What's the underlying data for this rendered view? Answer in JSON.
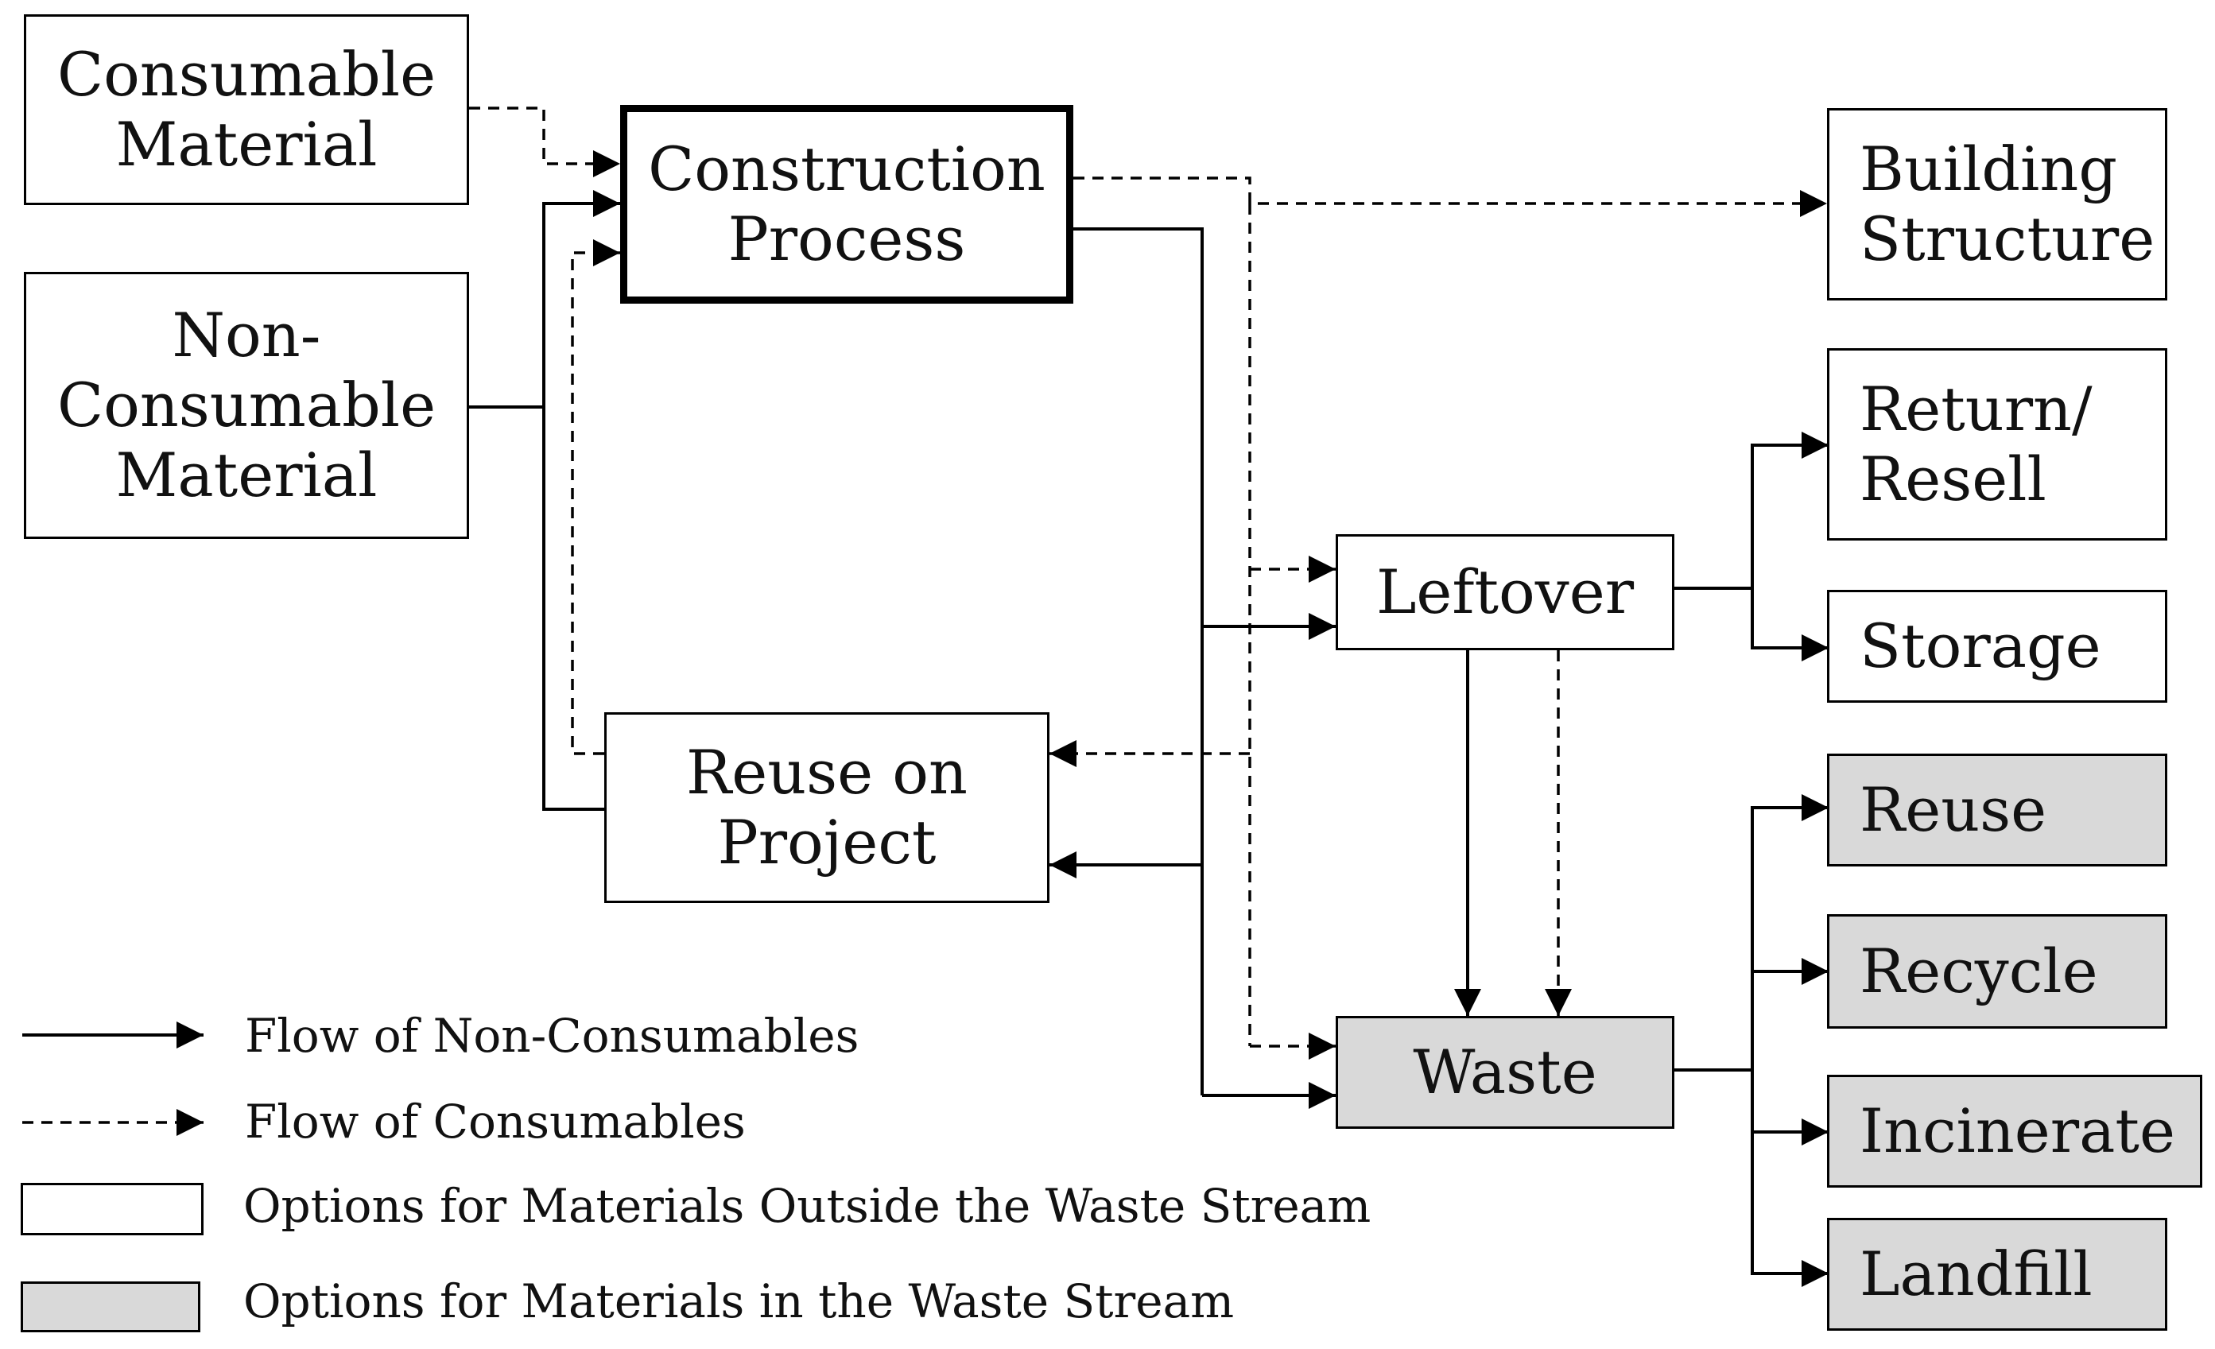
{
  "diagram": {
    "nodes": {
      "consumable_material": "Consumable\nMaterial",
      "non_consumable_material": "Non-\nConsumable\nMaterial",
      "construction_process": "Construction\nProcess",
      "reuse_on_project": "Reuse on\nProject",
      "leftover": "Leftover",
      "waste": "Waste",
      "building_structure": "Building\nStructure",
      "return_resell": "Return/\nResell",
      "storage": "Storage",
      "reuse": "Reuse",
      "recycle": "Recycle",
      "incinerate": "Incinerate",
      "landfill": "Landfill"
    },
    "legend": {
      "non_consumables": "Flow of Non-Consumables",
      "consumables": "Flow of Consumables",
      "outside_waste": "Options for Materials Outside the Waste Stream",
      "in_waste": "Options for Materials in the Waste Stream"
    },
    "colors": {
      "waste_fill": "#d9d9d9",
      "line": "#000000"
    }
  }
}
